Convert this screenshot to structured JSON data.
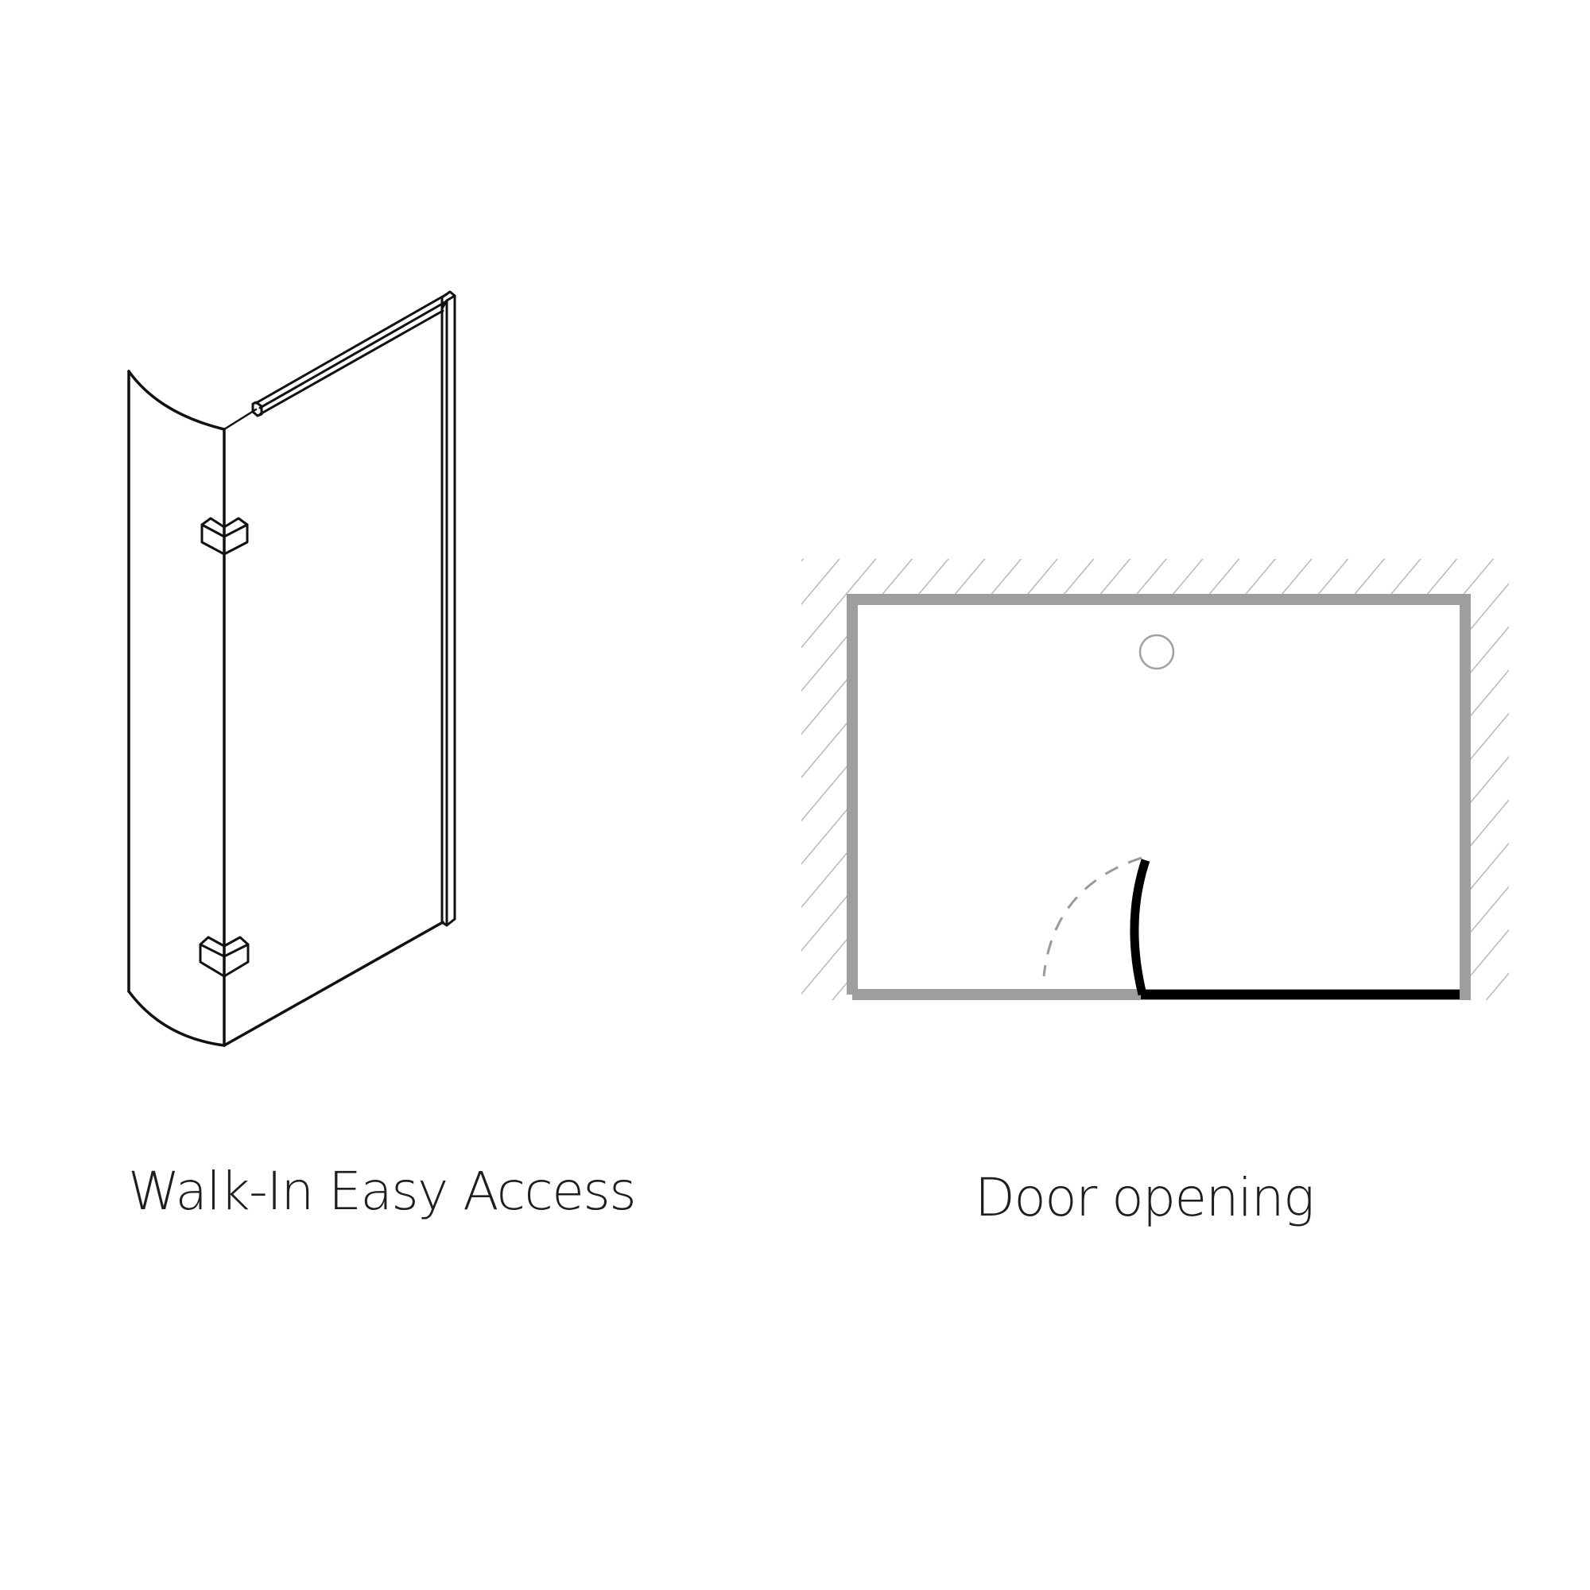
{
  "figure": {
    "left_panel": {
      "title": "Walk-In Easy Access",
      "illustration": "curved-glass-shower-screen-isometric",
      "stroke_color": "#111111"
    },
    "right_panel": {
      "title": "Door opening",
      "illustration": "floor-plan-door-swing",
      "wall_color": "#9e9e9e",
      "hatch_color": "#b8b8b8",
      "door_color": "#000000",
      "swing_arc_color": "#9a9a9a",
      "drain_color": "#a0a0a0"
    }
  }
}
